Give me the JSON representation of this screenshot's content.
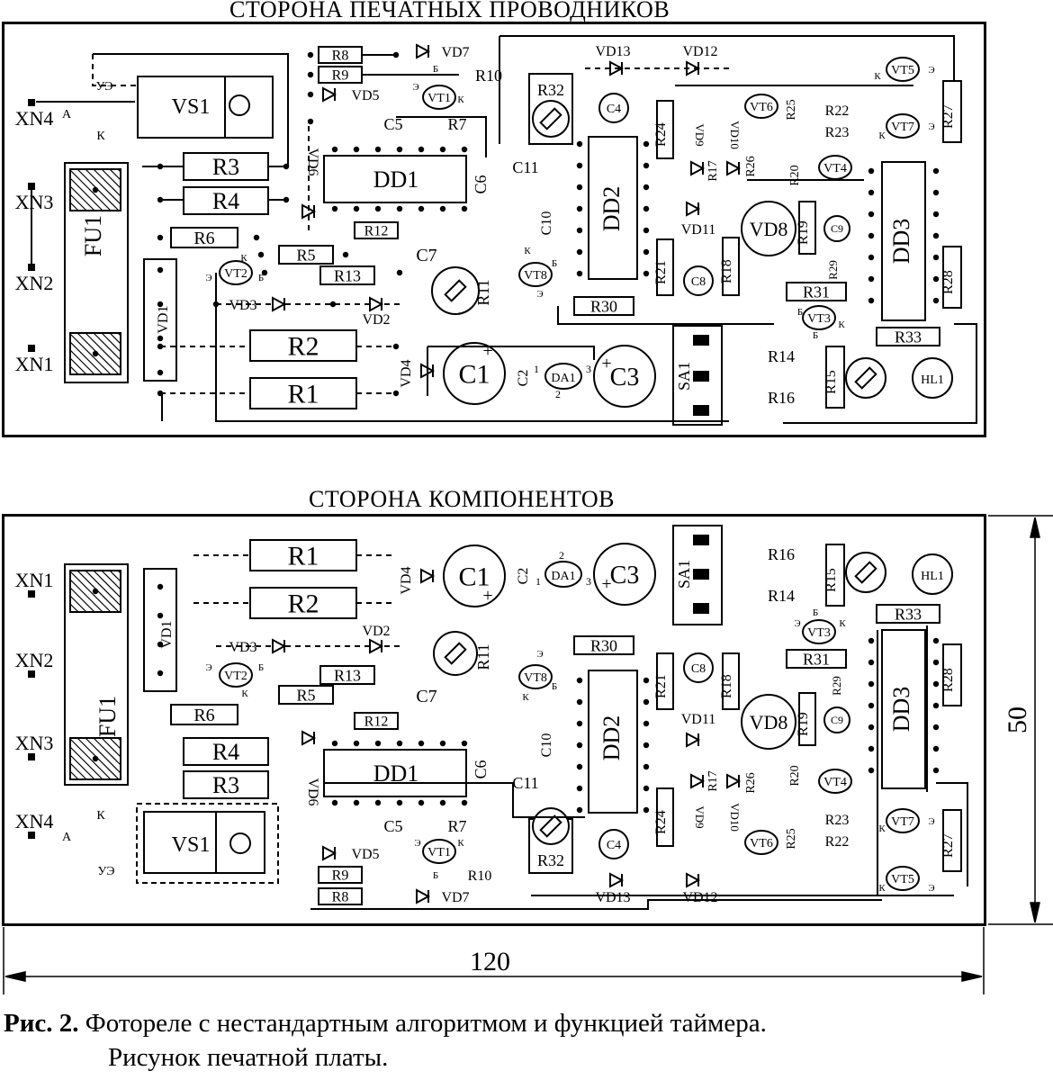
{
  "titles": {
    "top": "СТОРОНА ПЕЧАТНЫХ ПРОВОДНИКОВ",
    "bottom": "СТОРОНА КОМПОНЕНТОВ"
  },
  "dimensions": {
    "width": "120",
    "height": "50"
  },
  "caption": {
    "label": "Рис. 2.",
    "line1": "Фотореле с нестандартным алгоритмом и функцией таймера.",
    "line2": "Рисунок печатной платы."
  },
  "connectors": [
    "XN1",
    "XN2",
    "XN3",
    "XN4"
  ],
  "vs1_pins": {
    "a": "А",
    "k": "К",
    "ue": "УЭ"
  },
  "transistor_pins": {
    "k": "К",
    "b": "Б",
    "e": "Э"
  },
  "pin_numbers": [
    "1",
    "2",
    "3"
  ],
  "components_top": {
    "vs1": "VS1",
    "fu1": "FU1",
    "vd1": "VD1",
    "r1": "R1",
    "r2": "R2",
    "r3": "R3",
    "r4": "R4",
    "r5": "R5",
    "r6": "R6",
    "r7": "R7",
    "r8": "R8",
    "r9": "R9",
    "r10": "R10",
    "r11": "R11",
    "r12": "R12",
    "r13": "R13",
    "r14": "R14",
    "r15": "R15",
    "r16": "R16",
    "r17": "R17",
    "r18": "R18",
    "r19": "R19",
    "r20": "R20",
    "r21": "R21",
    "r22": "R22",
    "r23": "R23",
    "r24": "R24",
    "r25": "R25",
    "r26": "R26",
    "r27": "R27",
    "r28": "R28",
    "r29": "R29",
    "r30": "R30",
    "r31": "R31",
    "r32": "R32",
    "r33": "R33",
    "c1": "C1",
    "c2": "C2",
    "c3": "C3",
    "c4": "C4",
    "c5": "C5",
    "c6": "C6",
    "c7": "C7",
    "c8": "C8",
    "c9": "C9",
    "c10": "C10",
    "c11": "C11",
    "dd1": "DD1",
    "dd2": "DD2",
    "dd3": "DD3",
    "da1": "DA1",
    "sa1": "SA1",
    "hl1": "HL1",
    "vd2": "VD2",
    "vd3": "VD3",
    "vd4": "VD4",
    "vd5": "VD5",
    "vd6": "VD6",
    "vd7": "VD7",
    "vd8": "VD8",
    "vd9": "VD9",
    "vd10": "VD10",
    "vd11": "VD11",
    "vd12": "VD12",
    "vd13": "VD13",
    "vt1": "VT1",
    "vt2": "VT2",
    "vt3": "VT3",
    "vt4": "VT4",
    "vt5": "VT5",
    "vt6": "VT6",
    "vt7": "VT7",
    "vt8": "VT8"
  }
}
